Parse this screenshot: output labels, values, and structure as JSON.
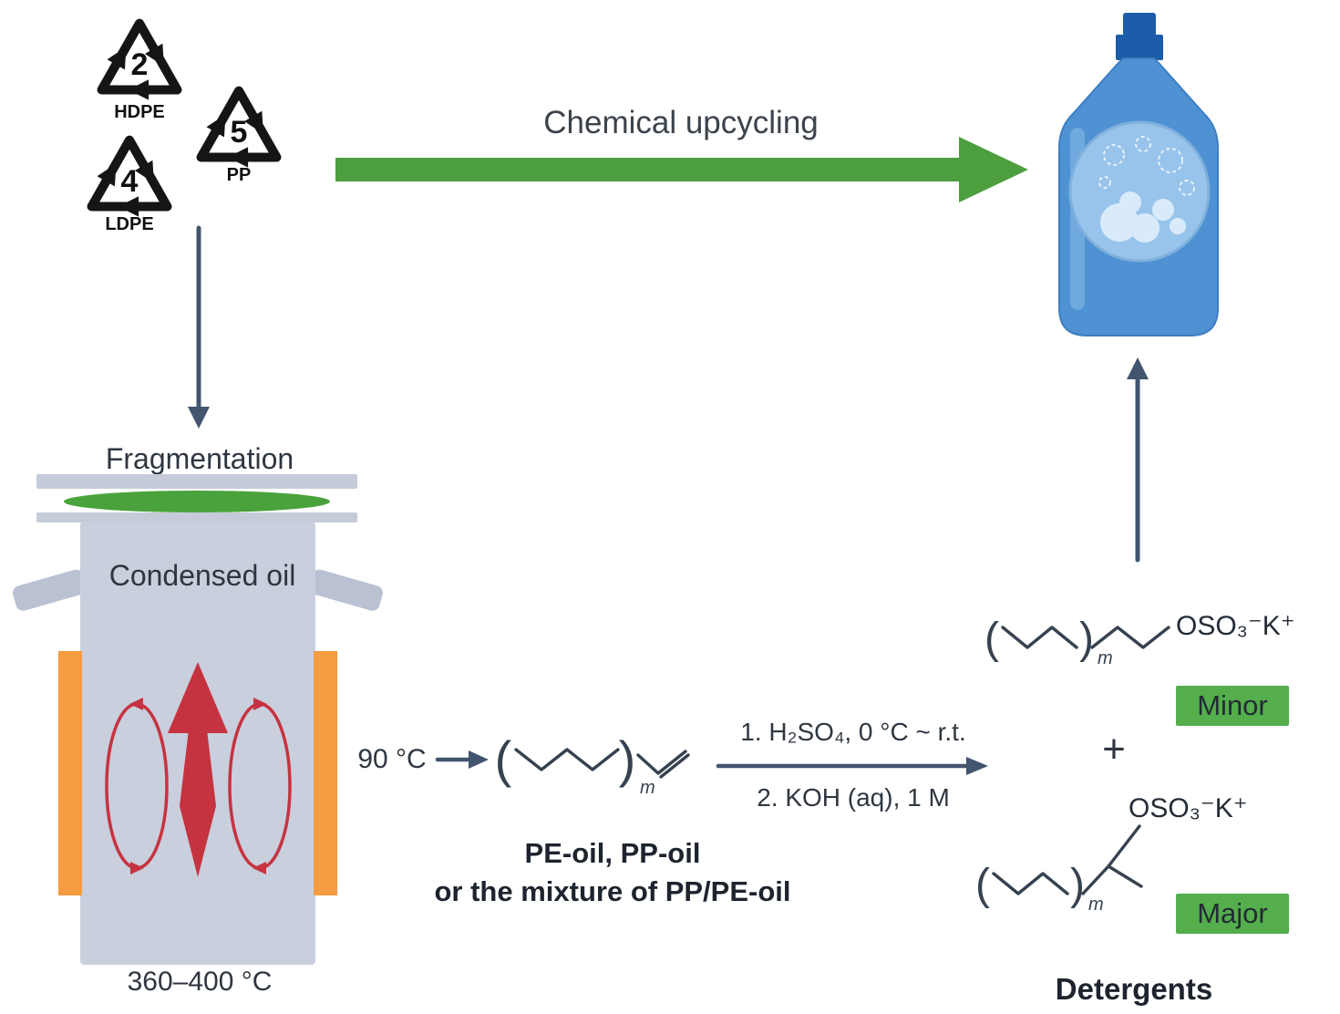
{
  "colors": {
    "green_arrow": "#4c9e3e",
    "badge_green": "#54ae4b",
    "lid_green": "#4aa23c",
    "navy_arrow": "#42546e",
    "red_flow": "#c63340",
    "orange_heater": "#f59b40",
    "reactor_gray": "#c9cfdd",
    "lid_gray": "#c5cbd9",
    "nozzle_gray": "#b9c1d3",
    "bottle_blue": "#4f92d3",
    "bottle_circle": "#98c4ec",
    "cap_blue": "#1c5ca8",
    "text_dark": "#2f3640",
    "structure_ink": "#36424f"
  },
  "recycling_symbols": [
    {
      "number": "2",
      "label": "HDPE"
    },
    {
      "number": "5",
      "label": "PP"
    },
    {
      "number": "4",
      "label": "LDPE"
    }
  ],
  "upcycling": {
    "label": "Chemical upcycling"
  },
  "reactor": {
    "fragmentation": "Fragmentation",
    "condensed_oil": "Condensed oil",
    "temperature": "360–400 °C"
  },
  "pyrolysis": {
    "condense_temp": "90 °C",
    "oil_line1": "PE-oil, PP-oil",
    "oil_line2": "or the mixture of PP/PE-oil",
    "repeat_sub": "m",
    "paren_open": "(",
    "paren_close": ")"
  },
  "sulfation": {
    "step1": "1. H₂SO₄, 0 °C ~ r.t.",
    "step2": "2. KOH (aq), 1 M"
  },
  "products": {
    "minor_formula": "OSO₃⁻K⁺",
    "major_formula": "OSO₃⁻K⁺",
    "minor_badge": "Minor",
    "major_badge": "Major",
    "plus": "+",
    "title": "Detergents"
  }
}
